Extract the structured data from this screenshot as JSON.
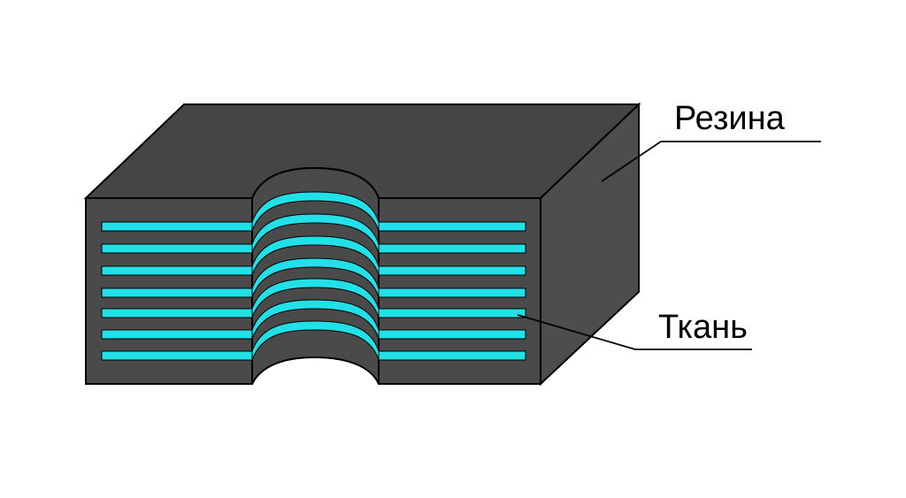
{
  "labels": {
    "rubber": "Резина",
    "fabric": "Ткань"
  },
  "colors": {
    "rubber_front": "#4a4a4a",
    "rubber_top": "#454545",
    "rubber_side": "#4d4d4d",
    "fabric": "#22e0e8",
    "outline": "#000000",
    "background": "#ffffff"
  },
  "fabric_layer_count": 7
}
